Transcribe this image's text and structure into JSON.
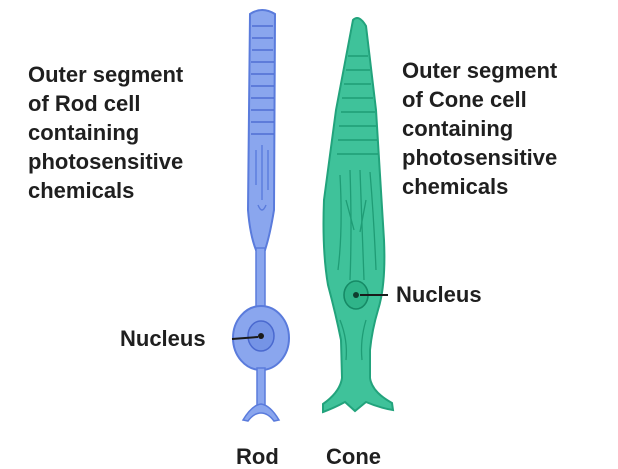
{
  "rod_label": {
    "lines": [
      "Outer segment",
      "of Rod cell",
      "containing",
      "photosensitive",
      "chemicals"
    ]
  },
  "cone_label": {
    "lines": [
      "Outer segment",
      "of Cone cell",
      "containing",
      "photosensitive",
      "chemicals"
    ]
  },
  "nucleus_rod": "Nucleus",
  "nucleus_cone": "Nucleus",
  "caption_rod": "Rod",
  "caption_cone": "Cone",
  "colors": {
    "rod_fill": "#8aa6ee",
    "rod_stroke": "#5a7bdc",
    "cone_fill": "#3fc29a",
    "cone_stroke": "#22a37c",
    "text": "#1f1f1f"
  }
}
